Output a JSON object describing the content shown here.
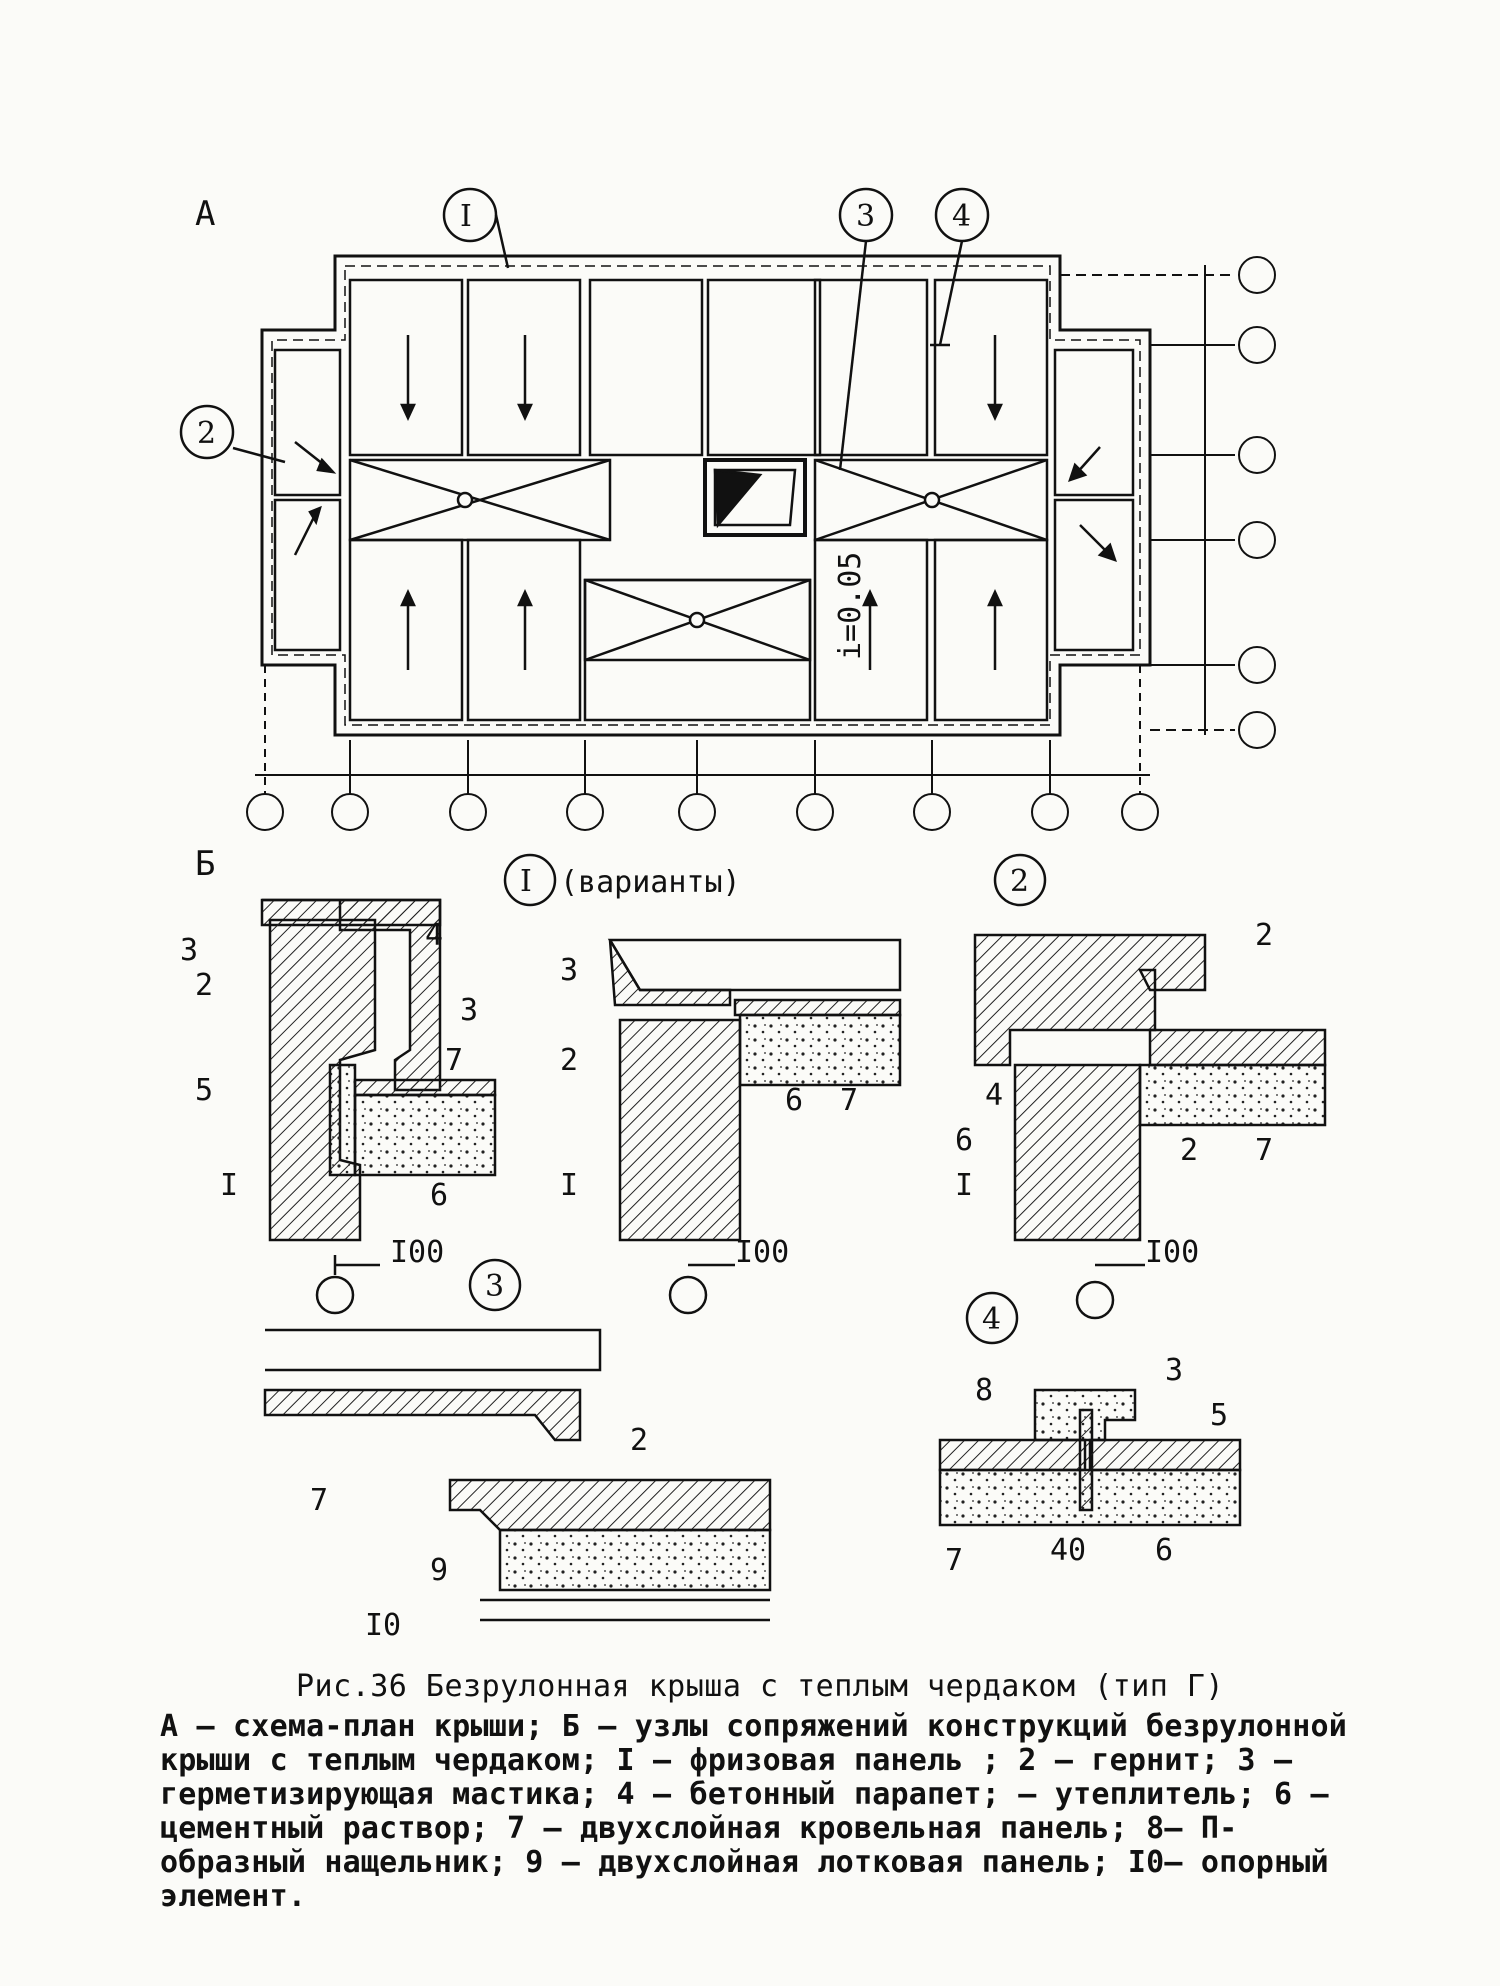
{
  "section_a": {
    "letter": "А",
    "markers": [
      "I",
      "2",
      "3",
      "4"
    ],
    "slope_label": "i=0.05"
  },
  "section_b": {
    "letter": "Б",
    "detail1_title_num": "I",
    "detail1_title_suffix": "(варианты)",
    "detail2_num": "2",
    "detail3_num": "3",
    "detail4_num": "4",
    "dim_100": "I00",
    "dim_40": "40",
    "d1a_labels": [
      "3",
      "2",
      "4",
      "3",
      "7",
      "5",
      "I",
      "6"
    ],
    "d1b_labels": [
      "3",
      "2",
      "6",
      "7",
      "I"
    ],
    "d2_labels": [
      "2",
      "4",
      "6",
      "I",
      "2",
      "7"
    ],
    "d3_labels": [
      "2",
      "7",
      "9",
      "I0"
    ],
    "d4_labels": [
      "8",
      "3",
      "5",
      "7",
      "6"
    ]
  },
  "caption": {
    "title": "Рис.36   Безрулонная крыша с теплым чердаком (тип Г)",
    "text": "А – схема-план крыши; Б – узлы сопряжений конструкций безрулонной крыши с теплым чердаком; I – фризовая панель ; 2 – гернит; 3 – герметизирующая мастика; 4 – бетонный парапет; – утеплитель; 6 – цементный раствор; 7 – двухслойная кровельная панель; 8– П-образный нащельник; 9 – двухслойная лотковая панель; I0– опорный элемент."
  },
  "colors": {
    "ink": "#111111",
    "paper": "#fbfbf8",
    "hatch": "#222222"
  }
}
